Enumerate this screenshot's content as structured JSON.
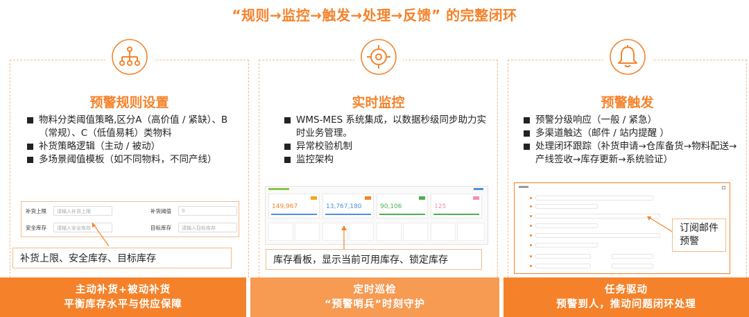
{
  "title": "“规则→监控→触发→处理→反馈” 的完整闭环",
  "colors": {
    "accent": "#f5822a",
    "accent_light": "#f79a52",
    "border": "#f7b98a"
  },
  "columns": [
    {
      "icon": "hierarchy-icon",
      "title": "预警规则设置",
      "bullets": [
        "物料分类阈值策略,区分A（高价值 / 紧缺）、B（常规）、C（低值易耗）类物料",
        "补货策略逻辑（主动 / 被动）",
        "多场景阈值模板（如不同物料，不同产线）"
      ],
      "form": {
        "fields": [
          {
            "label": "补货上限",
            "placeholder": "请输入补货上限"
          },
          {
            "label": "补货阈值",
            "placeholder": "0"
          },
          {
            "label": "安全库存",
            "placeholder": "请输入安全库存"
          },
          {
            "label": "目标库存",
            "placeholder": "请输入目标库存"
          }
        ]
      },
      "caption": "补货上限、安全库存、目标库存",
      "footer": [
        "主动补货+被动补货",
        "平衡库存水平与供应保障"
      ]
    },
    {
      "icon": "target-icon",
      "title": "实时监控",
      "bullets": [
        "WMS-MES 系统集成，以数据秒级同步助力实时业务管理。",
        "异常校验机制",
        "监控架构"
      ],
      "dashboard": {
        "values": [
          "149,967",
          "13,767,180",
          "90,106",
          "125"
        ]
      },
      "caption": "库存看板，显示当前可用库存、锁定库存",
      "footer": [
        "定时巡检",
        "“预警哨兵”时刻守护"
      ]
    },
    {
      "icon": "bell-icon",
      "title": "预警触发",
      "bullets": [
        "预警分级响应（一般 / 紧急）",
        "多渠道触达（邮件 / 站内提醒 ）",
        "处理闭环跟踪（补货申请→仓库备货→物料配送→产线签收→库存更新→系统验证）"
      ],
      "callout": "订阅邮件预警",
      "footer": [
        "任务驱动",
        "预警到人，推动问题闭环处理"
      ]
    }
  ]
}
